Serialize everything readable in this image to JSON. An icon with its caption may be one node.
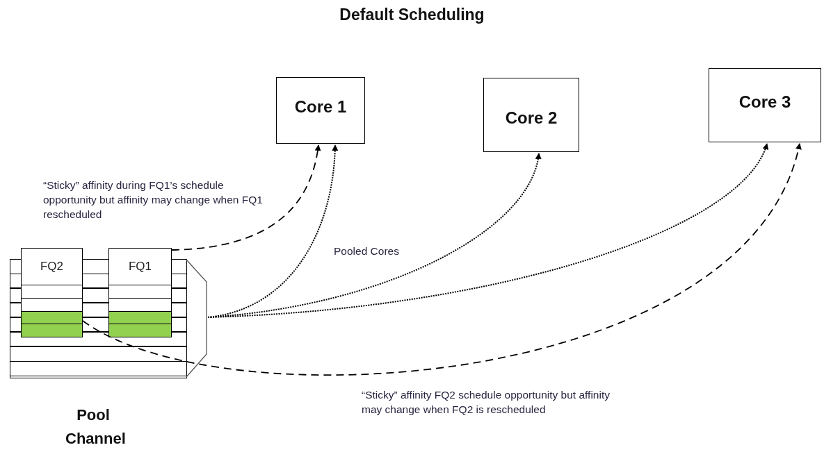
{
  "diagram": {
    "title": "Default Scheduling",
    "nodes": [
      {
        "text": [
          "Core 1"
        ]
      },
      {
        "text": [
          "Core 2"
        ]
      },
      {
        "text": [
          "Core 3"
        ]
      },
      {
        "text": [
          "Pool Channel"
        ]
      },
      {
        "text": [
          "FQ2"
        ],
        "in": 3
      },
      {
        "text": [
          "FQ1"
        ],
        "in": 3
      }
    ],
    "edges": [
      {
        "from": 5,
        "to": 0,
        "arrow": "to",
        "style": "dashed"
      },
      {
        "from": 3,
        "to": 0,
        "arrow": "to"
      },
      {
        "from": 3,
        "to": 1,
        "arrow": "to"
      },
      {
        "from": 3,
        "to": 2,
        "arrow": "to"
      },
      {
        "from": 4,
        "to": 2,
        "arrow": "to",
        "style": "dashed"
      }
    ],
    "labels": [
      "“Sticky” affinity during FQ1’s schedule opportunity but affinity may change when FQ1 rescheduled",
      "Pooled Cores",
      "“Sticky” affinity FQ2 schedule opportunity but affinity may change when FQ2 is rescheduled"
    ]
  }
}
